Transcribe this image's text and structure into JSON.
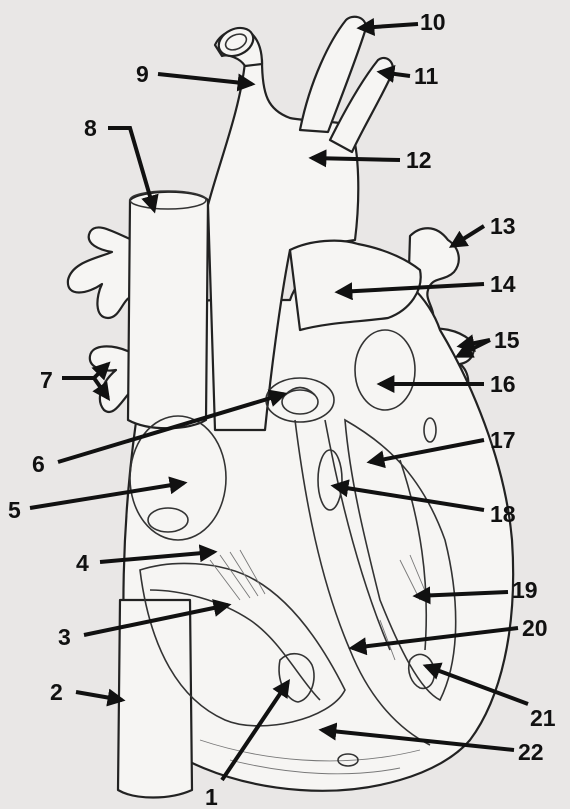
{
  "diagram": {
    "title": "",
    "labels": [
      "1",
      "2",
      "3",
      "4",
      "5",
      "6",
      "7",
      "8",
      "9",
      "10",
      "11",
      "12",
      "13",
      "14",
      "15",
      "16",
      "17",
      "18",
      "19",
      "20",
      "21",
      "22"
    ]
  },
  "colors": {
    "background": "#e9e7e6",
    "ink": "#111111",
    "tissue": "#f6f5f3"
  }
}
